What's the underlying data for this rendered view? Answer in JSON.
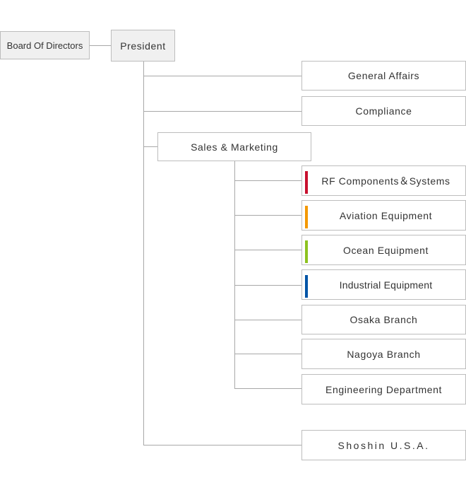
{
  "org_chart": {
    "board": {
      "label": "Board Of Directors"
    },
    "president": {
      "label": "President"
    },
    "general_affairs": {
      "label": "General Affairs"
    },
    "compliance": {
      "label": "Compliance"
    },
    "sales_marketing": {
      "label": "Sales & Marketing"
    },
    "divisions": [
      {
        "label": "RF Components＆Systems",
        "accent_color": "#c8102e"
      },
      {
        "label": "Aviation Equipment",
        "accent_color": "#f39800"
      },
      {
        "label": "Ocean Equipment",
        "accent_color": "#8dc21f"
      },
      {
        "label": "Industrial Equipment",
        "accent_color": "#0054a6"
      },
      {
        "label": "Osaka Branch"
      },
      {
        "label": "Nagoya Branch"
      },
      {
        "label": "Engineering Department"
      }
    ],
    "usa": {
      "label": "Shoshin U.S.A."
    }
  }
}
